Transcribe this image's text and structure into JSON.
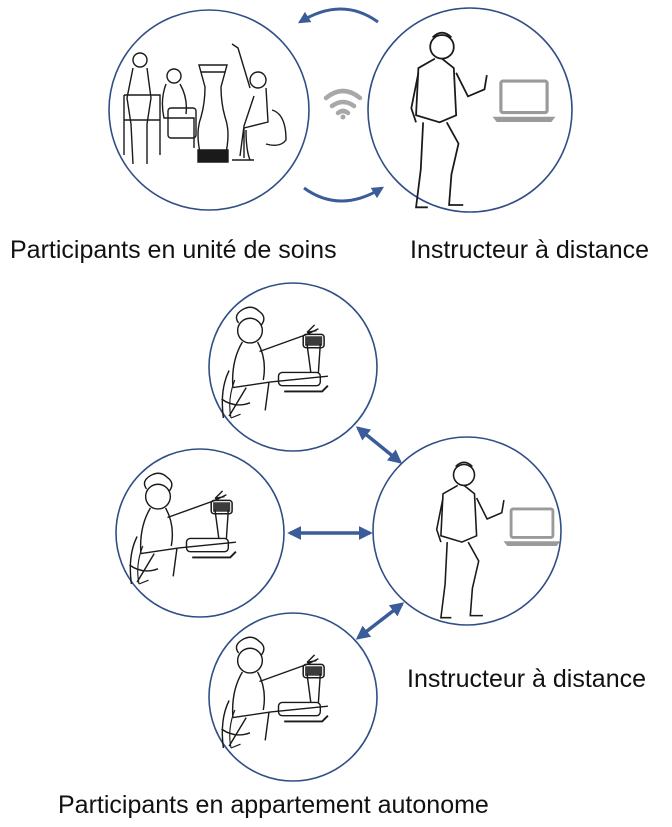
{
  "labels": {
    "top_left": "Participants en unité de soins",
    "top_right": "Instructeur à distance",
    "middle_right": "Instructeur à distance",
    "bottom": "Participants en appartement autonome"
  },
  "colors": {
    "circle_stroke": "#2f4f86",
    "arrow": "#3a5c99",
    "sketch": "#1a1a1a",
    "wifi": "#a8a8a8",
    "laptop": "#9a9a9a"
  },
  "icons": {
    "wifi": "wifi-icon",
    "laptop": "laptop-icon"
  }
}
